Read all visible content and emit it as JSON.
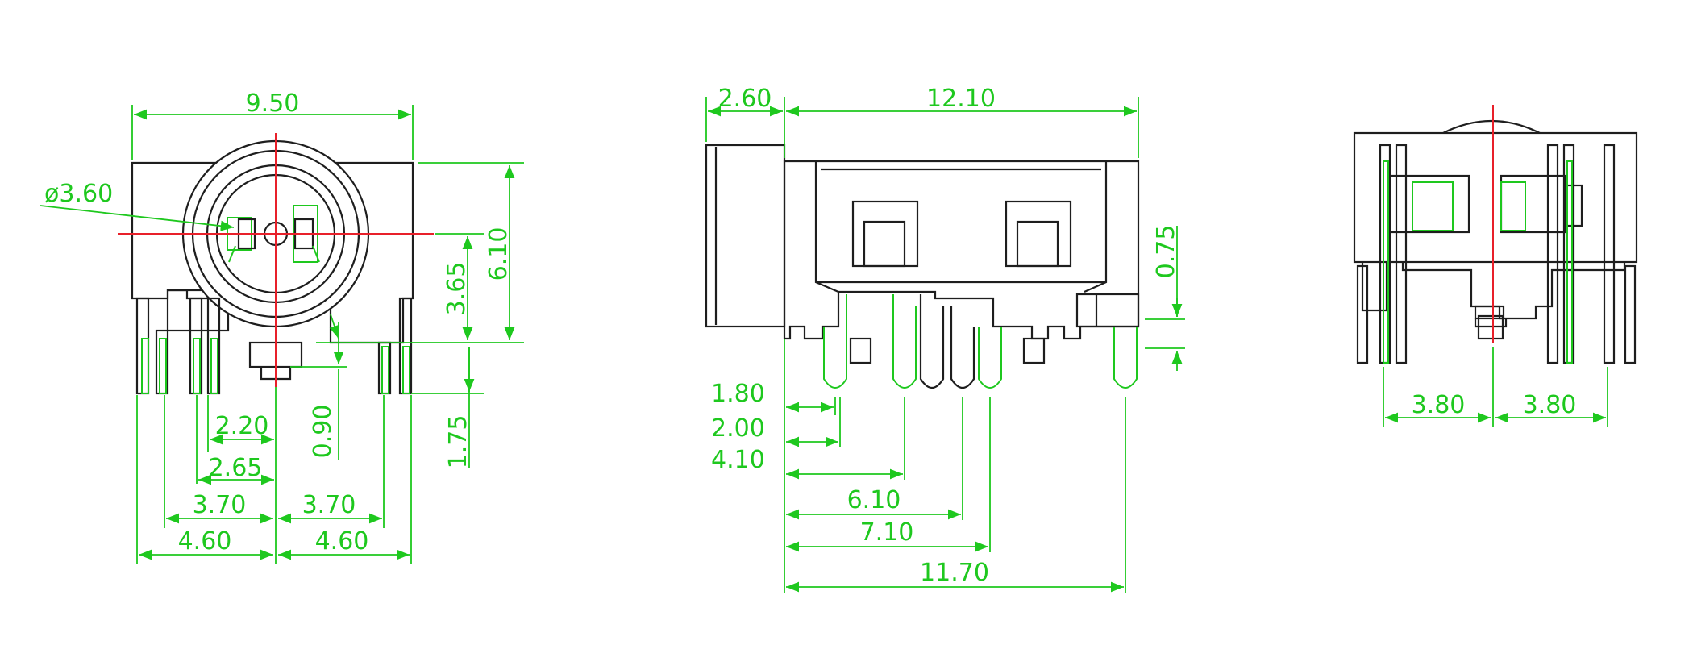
{
  "colors": {
    "outline": "#1e1e1e",
    "dimension": "#1ec81e",
    "centerline": "#e8202a",
    "background": "#ffffff"
  },
  "front_view": {
    "width": "9.50",
    "diameter": "ø3.60",
    "height": "6.10",
    "center_height": "3.65",
    "pin_offset_small": "0.90",
    "pin_length": "1.75",
    "pitch_a": "2.20",
    "pitch_b": "2.65",
    "half_inner_left": "3.70",
    "half_inner_right": "3.70",
    "half_outer_left": "4.60",
    "half_outer_right": "4.60"
  },
  "side_view": {
    "nose_length": "2.60",
    "body_length": "12.10",
    "pin_height": "0.75",
    "pin_1": "1.80",
    "pin_2": "2.00",
    "pin_3": "4.10",
    "pin_4": "6.10",
    "pin_5": "7.10",
    "pin_6": "11.70"
  },
  "rear_view": {
    "left_half": "3.80",
    "right_half": "3.80"
  }
}
